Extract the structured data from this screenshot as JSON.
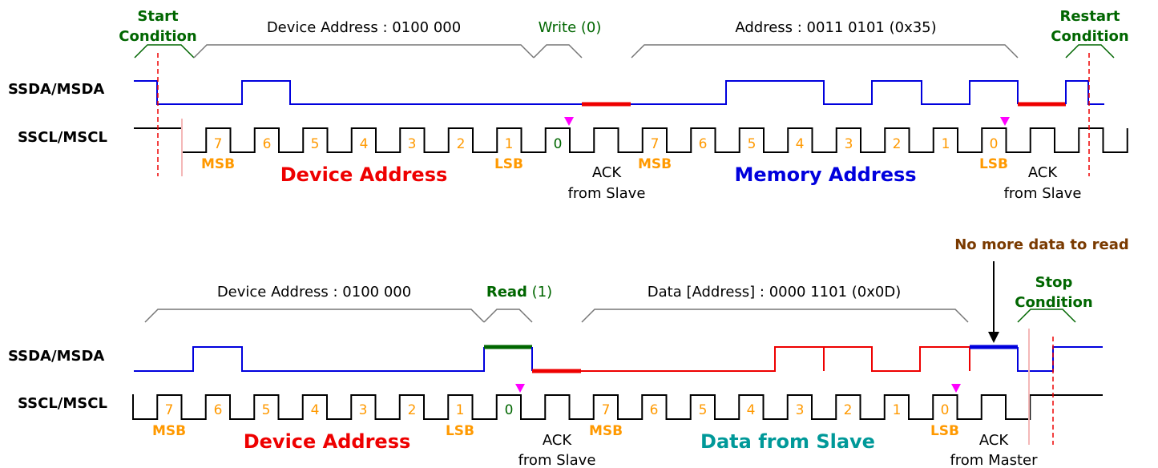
{
  "colors": {
    "blue": "#0000dd",
    "red": "#ee0000",
    "green": "#006600",
    "orange": "#ff9900",
    "teal": "#009999",
    "magenta": "#ff00ff",
    "brown": "#7a3a00",
    "pink": "#f4b8b8",
    "black": "#000000",
    "gray": "#777777"
  },
  "row1": {
    "start_line1": "Start",
    "start_line2": "Condition",
    "device_address": "Device Address : 0100 000",
    "write": "Write (0)",
    "address": "Address : 0011 0101 (0x35)",
    "restart_line1": "Restart",
    "restart_line2": "Condition",
    "sda_label": "SSDA/MSDA",
    "scl_label": "SSCL/MSCL",
    "bits_a": [
      "7",
      "6",
      "5",
      "4",
      "3",
      "2",
      "1",
      "0"
    ],
    "bits_b": [
      "7",
      "6",
      "5",
      "4",
      "3",
      "2",
      "1",
      "0"
    ],
    "msb": "MSB",
    "lsb": "LSB",
    "device_address_big": "Device Address",
    "memory_address_big": "Memory Address",
    "ack1_line1": "ACK",
    "ack1_line2": "from Slave",
    "ack2_line1": "ACK",
    "ack2_line2": "from Slave"
  },
  "row2": {
    "no_more": "No more data to read",
    "device_address": "Device Address : 0100 000",
    "read_bold": "Read",
    "read_val": "(1)",
    "data": "Data [Address] : 0000 1101 (0x0D)",
    "stop_line1": "Stop",
    "stop_line2": "Condition",
    "sda_label": "SSDA/MSDA",
    "scl_label": "SSCL/MSCL",
    "bits_a": [
      "7",
      "6",
      "5",
      "4",
      "3",
      "2",
      "1",
      "0"
    ],
    "bits_b": [
      "7",
      "6",
      "5",
      "4",
      "3",
      "2",
      "1",
      "0"
    ],
    "msb": "MSB",
    "lsb": "LSB",
    "device_address_big": "Device Address",
    "data_from_slave_big": "Data from Slave",
    "ack1_line1": "ACK",
    "ack1_line2": "from Slave",
    "ack2_line1": "ACK",
    "ack2_line2": "from Master"
  }
}
